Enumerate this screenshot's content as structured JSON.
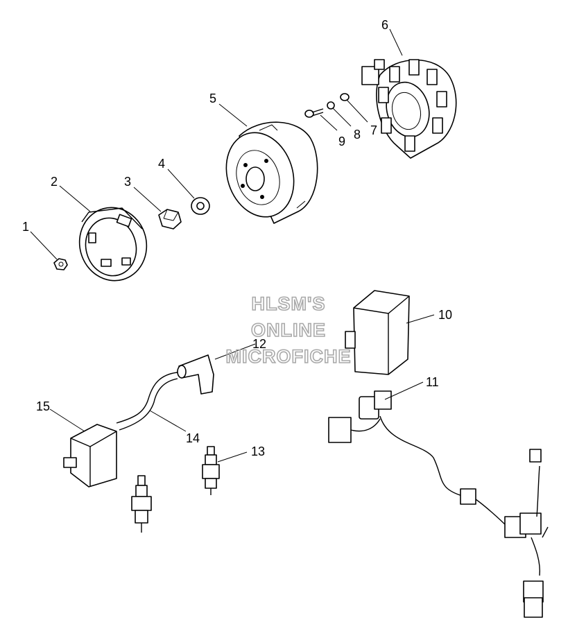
{
  "watermark": [
    "HLSM'S",
    "ONLINE",
    "MICROFICHE"
  ],
  "callouts": [
    "1",
    "2",
    "3",
    "4",
    "5",
    "6",
    "7",
    "8",
    "9",
    "10",
    "11",
    "12",
    "13",
    "14",
    "15"
  ]
}
